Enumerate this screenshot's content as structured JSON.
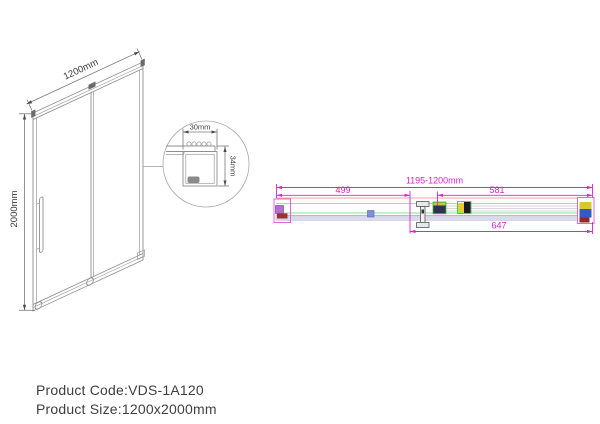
{
  "front_view": {
    "width_dim": "1200mm",
    "height_dim": "2000mm"
  },
  "detail_view": {
    "top_dim": "30mm",
    "side_dim": "34mm"
  },
  "plan_view": {
    "overall_dim": "1195-1200mm",
    "left_dim": "499",
    "right_dim": "581",
    "bottom_dim": "647"
  },
  "footer": {
    "product_code_line": "Product Code:VDS-1A120",
    "product_size_line": "Product Size:1200x2000mm"
  },
  "colors": {
    "dimension_magenta": "#e020d0",
    "drawing_gray": "#8f8f8f",
    "text_dark": "#3f3f3f",
    "glass_band_lavender": "#dcdcf0",
    "track_green": "#9ee09e",
    "track_cyan": "#7fd4dc",
    "track_salmon": "#f4a0a0",
    "accent_yellow": "#d8c830",
    "accent_blue": "#3858c8",
    "accent_dark_red": "#902828"
  }
}
